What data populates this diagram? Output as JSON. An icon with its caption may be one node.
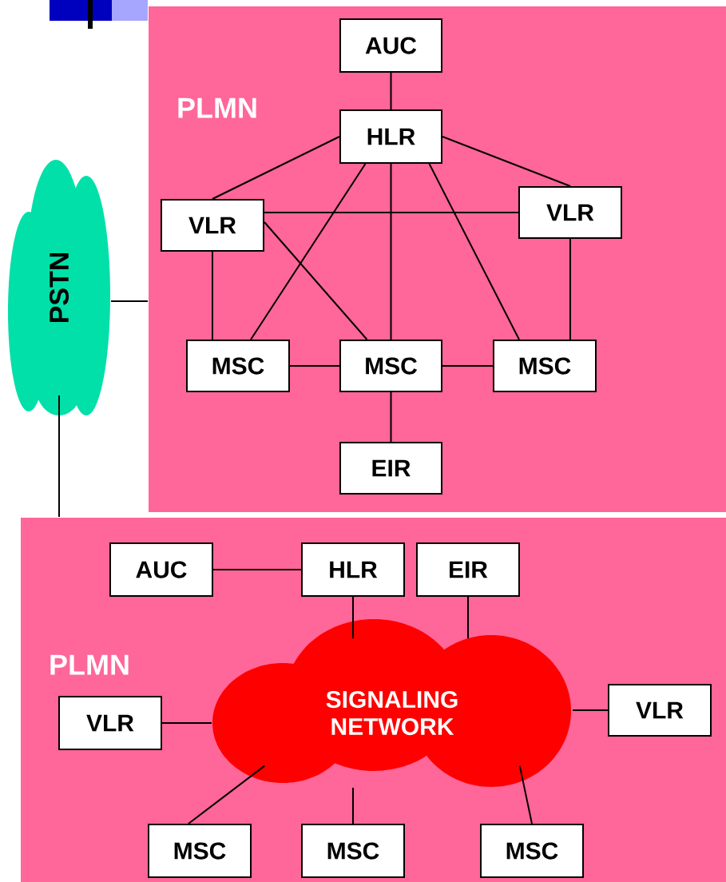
{
  "diagram": {
    "nodes": [
      {
        "text": [
          "PLMN"
        ]
      },
      {
        "text": [
          "AUC"
        ],
        "in": 0
      },
      {
        "text": [
          "HLR"
        ],
        "in": 0
      },
      {
        "text": [
          "VLR"
        ],
        "in": 0
      },
      {
        "text": [
          "VLR"
        ],
        "in": 0
      },
      {
        "text": [
          "MSC"
        ],
        "in": 0
      },
      {
        "text": [
          "MSC"
        ],
        "in": 0
      },
      {
        "text": [
          "MSC"
        ],
        "in": 0
      },
      {
        "text": [
          "EIR"
        ],
        "in": 0
      },
      {
        "text": [
          "PSTN"
        ]
      },
      {
        "text": [
          "PLMN"
        ]
      },
      {
        "text": [
          "AUC"
        ],
        "in": 10
      },
      {
        "text": [
          "HLR"
        ],
        "in": 10
      },
      {
        "text": [
          "EIR"
        ],
        "in": 10
      },
      {
        "text": [
          "SIGNALING NETWORK"
        ],
        "in": 10
      },
      {
        "text": [
          "VLR"
        ],
        "in": 10
      },
      {
        "text": [
          "VLR"
        ],
        "in": 10
      },
      {
        "text": [
          "MSC"
        ],
        "in": 10
      },
      {
        "text": [
          "MSC"
        ],
        "in": 10
      },
      {
        "text": [
          "MSC"
        ],
        "in": 10
      }
    ],
    "edges": [
      {
        "from": 1,
        "to": 2,
        "arrow": "none"
      },
      {
        "from": 2,
        "to": 3,
        "arrow": "none"
      },
      {
        "from": 2,
        "to": 4,
        "arrow": "none"
      },
      {
        "from": 2,
        "to": 5,
        "arrow": "none"
      },
      {
        "from": 2,
        "to": 6,
        "arrow": "none"
      },
      {
        "from": 2,
        "to": 7,
        "arrow": "none"
      },
      {
        "from": 3,
        "to": 4,
        "arrow": "none"
      },
      {
        "from": 3,
        "to": 5,
        "arrow": "none"
      },
      {
        "from": 3,
        "to": 6,
        "arrow": "none"
      },
      {
        "from": 4,
        "to": 7,
        "arrow": "none"
      },
      {
        "from": 5,
        "to": 6,
        "arrow": "none"
      },
      {
        "from": 6,
        "to": 7,
        "arrow": "none"
      },
      {
        "from": 6,
        "to": 8,
        "arrow": "none"
      },
      {
        "from": 9,
        "to": 0,
        "arrow": "none"
      },
      {
        "from": 9,
        "to": 10,
        "arrow": "none"
      },
      {
        "from": 11,
        "to": 12,
        "arrow": "none"
      },
      {
        "from": 12,
        "to": 14,
        "arrow": "none"
      },
      {
        "from": 13,
        "to": 14,
        "arrow": "none"
      },
      {
        "from": 15,
        "to": 14,
        "arrow": "none"
      },
      {
        "from": 16,
        "to": 14,
        "arrow": "none"
      },
      {
        "from": 17,
        "to": 14,
        "arrow": "none"
      },
      {
        "from": 18,
        "to": 14,
        "arrow": "none"
      },
      {
        "from": 19,
        "to": 14,
        "arrow": "none"
      }
    ]
  }
}
